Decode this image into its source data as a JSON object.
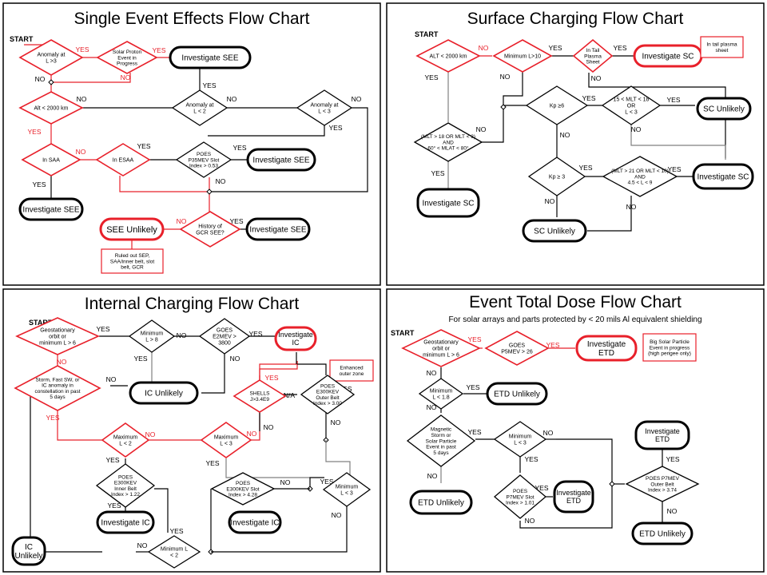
{
  "panels": [
    {
      "title": "Single Event Effects Flow Chart",
      "start": "START",
      "nodes": {
        "anomaly_l3": [
          "Anomaly at",
          "L >3"
        ],
        "solar_proton": [
          "Solar Proton",
          "Event in",
          "Progress"
        ],
        "investigate_see_top": [
          "Investigate SEE"
        ],
        "alt_2000": [
          "Alt < 2000 km"
        ],
        "anomaly_l_lt2": [
          "Anomaly at",
          "L < 2"
        ],
        "anomaly_l_lt3": [
          "Anomaly at",
          "L < 3"
        ],
        "in_saa": [
          "In SAA"
        ],
        "in_esaa": [
          "In ESAA"
        ],
        "poes_p3": [
          "POES",
          "P35MEV Slot",
          "Index > 0.53"
        ],
        "investigate_see_mid": [
          "Investigate SEE"
        ],
        "investigate_see_left": [
          "Investigate SEE"
        ],
        "see_unlikely": [
          "SEE Unlikely"
        ],
        "history_gcr": [
          "History of",
          "GCR SEE?"
        ],
        "investigate_see_bottom": [
          "Investigate SEE"
        ],
        "note": [
          "Ruled out SEP,",
          "SAA/inner belt, slot",
          "belt, GCR"
        ]
      },
      "labels": {
        "yes": "YES",
        "no": "NO"
      }
    },
    {
      "title": "Surface Charging Flow Chart",
      "start": "START",
      "nodes": {
        "alt_2000": [
          "ALT < 2000 km"
        ],
        "min_l10": [
          "Minimum L>10"
        ],
        "tail_plasma": [
          "In Tail",
          "Plasma",
          "Sheet"
        ],
        "investigate_sc_top": [
          "Investigate SC"
        ],
        "note": [
          "In tail plasma",
          "sheet"
        ],
        "kp6": [
          "Kp ≥6"
        ],
        "mlt_15_18": [
          "15 < MLT < 18",
          "OR",
          "L < 3"
        ],
        "sc_unlikely_right": [
          "SC Unlikely"
        ],
        "mlt_18_3": [
          "(MLT > 18 OR MLT < 3)",
          "AND",
          "60° < MLAT < 80°"
        ],
        "kp3": [
          "Kp ≥ 3"
        ],
        "mlt_21_10": [
          "(MLT > 21 OR MLT < 10)",
          "AND",
          "4.5 < L < 9"
        ],
        "investigate_sc_right": [
          "Investigate SC"
        ],
        "investigate_sc_left": [
          "Investigate SC"
        ],
        "sc_unlikely_bottom": [
          "SC Unlikely"
        ]
      },
      "labels": {
        "yes": "YES",
        "no": "NO"
      }
    },
    {
      "title": "Internal Charging Flow Chart",
      "start": "START",
      "nodes": {
        "geo_l6": [
          "Geostationary",
          "orbit or",
          "minimum L > 6"
        ],
        "min_l8": [
          "Minimum",
          "L > 8"
        ],
        "goes_e2": [
          "GOES",
          "E2MEV >",
          "3800"
        ],
        "investigate_ic_top": [
          "Investigate",
          "IC"
        ],
        "note": [
          "Enhanced",
          "outer zone"
        ],
        "storm": [
          "Storm, Fast SW, or",
          "IC anomaly in",
          "constellation in past",
          "5 days"
        ],
        "ic_unlikely_mid": [
          "IC Unlikely"
        ],
        "shells": [
          "SHELLS",
          "J>3.4E9"
        ],
        "poes_e300_outer": [
          "POES",
          "E300KEV",
          "Outer Belt",
          "Index > 3.00"
        ],
        "max_l2": [
          "Maximum",
          "L < 2"
        ],
        "max_l3": [
          "Maximum",
          "L < 3"
        ],
        "poes_e300_inner": [
          "POES",
          "E300KEV",
          "Inner Belt",
          "Index > 1.22"
        ],
        "poes_e300_slot": [
          "POES",
          "E300KEV Slot",
          "Index > 4.28"
        ],
        "min_l3": [
          "Minimum",
          "L < 3"
        ],
        "investigate_ic_left": [
          "Investigate IC"
        ],
        "investigate_ic_mid": [
          "Investigate IC"
        ],
        "ic_unlikely_left": [
          "IC",
          "Unlikely"
        ],
        "min_l2": [
          "Minimum L",
          "< 2"
        ]
      },
      "labels": {
        "yes": "YES",
        "no": "NO",
        "na": "N/A"
      }
    },
    {
      "title": "Event Total Dose Flow Chart",
      "subtitle": "For solar arrays and parts protected by < 20 mils Al equivalent shielding",
      "start": "START",
      "nodes": {
        "geo_l6": [
          "Geostationary",
          "orbit or",
          "minimum L > 6"
        ],
        "goes_p5": [
          "GOES",
          "P5MEV > 26"
        ],
        "investigate_etd_top": [
          "Investigate",
          "ETD"
        ],
        "note": [
          "Big Solar Particle",
          "Event in progress",
          "(high perigee only)"
        ],
        "min_l18": [
          "Minimum",
          "L < 1.8"
        ],
        "etd_unlikely_top": [
          "ETD Unlikely"
        ],
        "magnetic_storm": [
          "Magnetic",
          "Storm or",
          "Solar Particle",
          "Event in past",
          "5 days"
        ],
        "min_l3": [
          "Minimum",
          "L < 3"
        ],
        "investigate_etd_right": [
          "Investigate",
          "ETD"
        ],
        "etd_unlikely_left": [
          "ETD Unlikely"
        ],
        "poes_p7_slot": [
          "POES",
          "P7MEV Slot",
          "Index > 1.01"
        ],
        "investigate_etd_mid": [
          "Investigate",
          "ETD"
        ],
        "poes_p7_outer": [
          "POES P7MEV",
          "Outer Belt",
          "Index > 3.74"
        ],
        "etd_unlikely_bottom": [
          "ETD Unlikely"
        ]
      },
      "labels": {
        "yes": "YES",
        "no": "NO"
      }
    }
  ],
  "colors": {
    "red": "#e8202a",
    "black": "#000000",
    "gray": "#808080"
  }
}
